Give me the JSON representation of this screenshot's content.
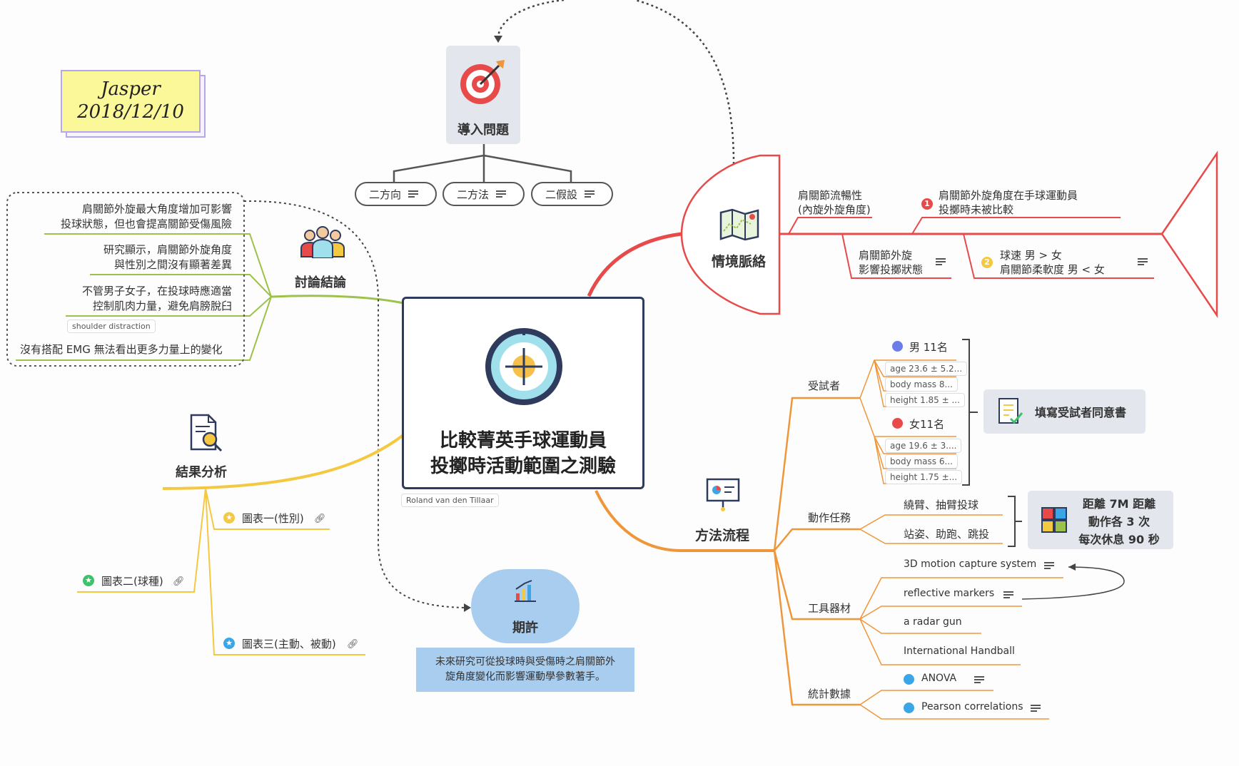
{
  "sticky": {
    "name": "Jasper",
    "date": "2018/12/10"
  },
  "central": {
    "title_line1": "比較菁英手球運動員",
    "title_line2": "投擲時活動範圍之測驗",
    "author": "Roland van den Tillaar"
  },
  "intro": {
    "title": "導入問題",
    "items": [
      "二方向",
      "二方法",
      "二假設"
    ]
  },
  "context": {
    "title": "情境脈絡",
    "items": [
      "肩關節流暢性\n(內旋外旋角度)",
      "肩關節外旋角度在手球運動員\n投擲時未被比較",
      "肩關節外旋\n影響投擲狀態",
      "球速 男 > 女\n肩關節柔軟度 男 < 女"
    ],
    "badges": [
      "1",
      "2"
    ]
  },
  "discussion": {
    "title": "討論結論",
    "items": [
      "肩關節外旋最大角度增加可影響\n投球狀態，但也會提高關節受傷風險",
      "研究顯示，肩關節外旋角度\n與性別之間沒有顯著差異",
      "不管男子女子，在投球時應適當\n控制肌肉力量，避免肩膀脫臼",
      "沒有搭配 EMG 無法看出更多力量上的變化"
    ],
    "tag": "shoulder distraction"
  },
  "results": {
    "title": "結果分析",
    "items": [
      "圖表一(性別)",
      "圖表二(球種)",
      "圖表三(主動、被動)"
    ]
  },
  "expect": {
    "title": "期許",
    "note": "未來研究可從投球時與受傷時之肩關節外\n旋角度變化而影響運動學參數著手。"
  },
  "method": {
    "title": "方法流程",
    "subjects": {
      "label": "受試者",
      "male": "男 11名",
      "female": "女11名",
      "male_stats": [
        "age 23.6 ± 5.2...",
        "body mass 8...",
        "height 1.85 ± ..."
      ],
      "female_stats": [
        "age 19.6 ± 3....",
        "body mass 6...",
        "height 1.75 ±..."
      ],
      "summary": "填寫受試者同意書"
    },
    "tasks": {
      "label": "動作任務",
      "items": [
        "繞臂、抽臂投球",
        "站姿、助跑、跳投"
      ],
      "summary": [
        "距離 7M 距離",
        "動作各 3 次",
        "每次休息 90 秒"
      ]
    },
    "tools": {
      "label": "工具器材",
      "items": [
        "3D motion capture system",
        "reflective markers",
        "a radar gun",
        "International Handball"
      ]
    },
    "stats": {
      "label": "統計數據",
      "items": [
        "ANOVA",
        "Pearson correlations"
      ]
    }
  },
  "colors": {
    "red": "#e84a4a",
    "orange": "#f0963a",
    "yellow": "#f5c842",
    "green": "#9cc24a",
    "navy": "#2f3b5c",
    "blue": "#a9cdee",
    "gray": "#555555"
  }
}
